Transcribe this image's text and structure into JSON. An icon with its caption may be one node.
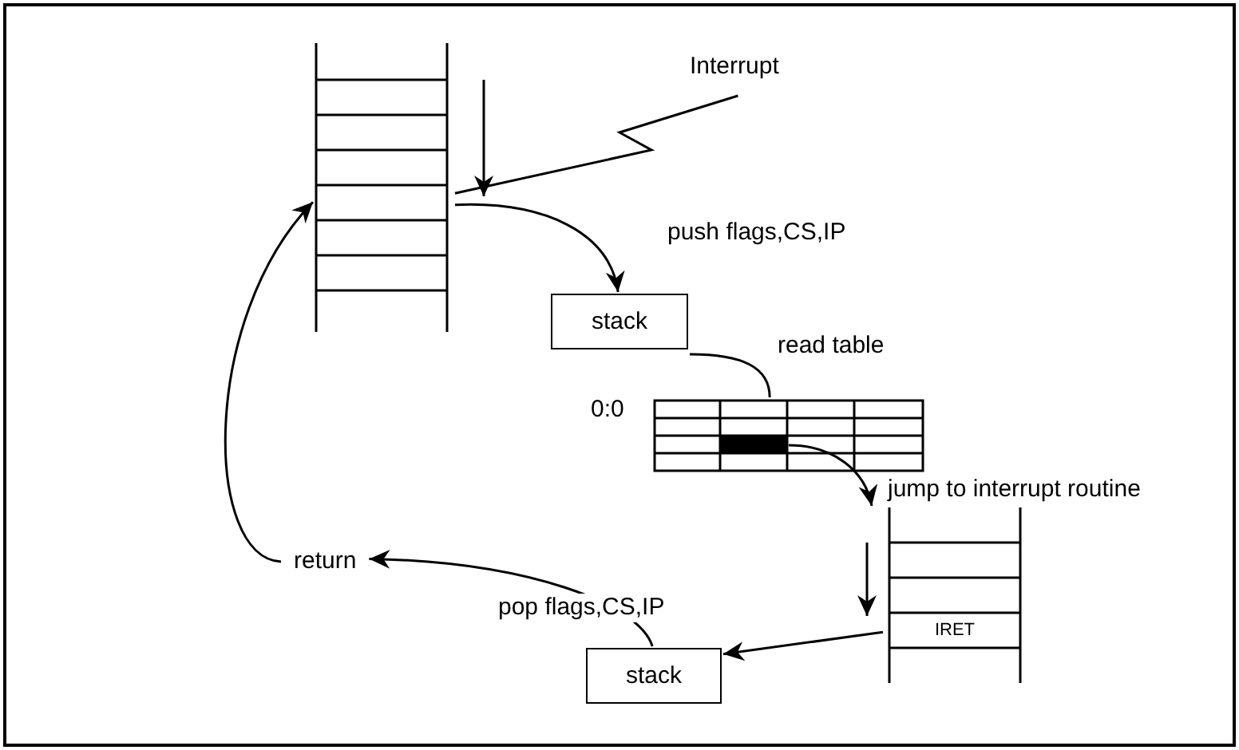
{
  "diagram": {
    "nodes": [
      {
        "text": [],
        "shape": "box"
      },
      {
        "text": [
          "Interrupt"
        ]
      },
      {
        "text": [
          "stack"
        ]
      },
      {
        "text": [],
        "shape": "box",
        "beside": [
          "0:0"
        ]
      },
      {
        "text": [
          "IRET"
        ]
      },
      {
        "text": [
          "stack"
        ]
      },
      {
        "text": [
          "return"
        ]
      }
    ],
    "edges": [
      {
        "from": 1,
        "to": 0,
        "arrow": "none"
      },
      {
        "from": 0,
        "to": 2,
        "arrow": "to",
        "label": "push flags,CS,IP"
      },
      {
        "from": 2,
        "to": 3,
        "arrow": "none",
        "label": "read table"
      },
      {
        "from": 3,
        "to": 4,
        "arrow": "to",
        "label": "jump to interrupt routine"
      },
      {
        "from": 4,
        "to": 5,
        "arrow": "to"
      },
      {
        "from": 5,
        "to": 6,
        "arrow": "to",
        "label": "pop flags,CS,IP"
      },
      {
        "from": 6,
        "to": 0,
        "arrow": "to"
      }
    ]
  }
}
